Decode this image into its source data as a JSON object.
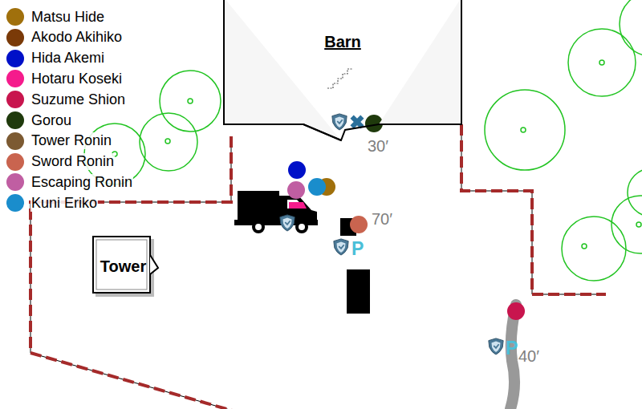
{
  "diagram": {
    "nodes": [
      {
        "text": [
          "Barn"
        ]
      },
      {
        "text": [
          "Tower"
        ]
      }
    ],
    "labels": [
      "30′",
      "70′",
      "P",
      "P",
      "40′"
    ],
    "legend": [
      {
        "text": "Matsu Hide",
        "color": "#a0700c"
      },
      {
        "text": "Akodo Akihiko",
        "color": "#7a3a08"
      },
      {
        "text": "Hida Akemi",
        "color": "#0010c8"
      },
      {
        "text": "Hotaru Koseki",
        "color": "#f51b8c"
      },
      {
        "text": "Suzume Shion",
        "color": "#c8154e"
      },
      {
        "text": "Gorou",
        "color": "#1f3a0c"
      },
      {
        "text": "Tower Ronin",
        "color": "#7c5a32"
      },
      {
        "text": "Sword Ronin",
        "color": "#c9644f"
      },
      {
        "text": "Escaping Ronin",
        "color": "#c05ea2"
      },
      {
        "text": "Kuni Eriko",
        "color": "#1a8dcc"
      }
    ]
  }
}
